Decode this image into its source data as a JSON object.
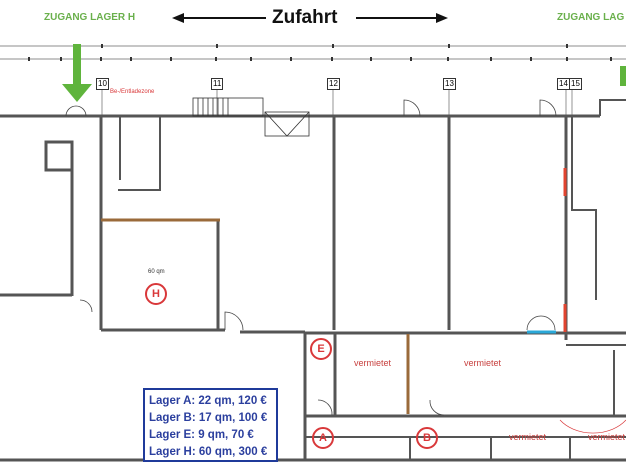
{
  "header": {
    "access_left": "ZUGANG LAGER H",
    "driveway": "Zufahrt",
    "access_right": "ZUGANG LAG"
  },
  "grid_axes": [
    "10",
    "11",
    "12",
    "13",
    "14",
    "15"
  ],
  "zones": {
    "loading": "Be-/Entladezone",
    "area_h": "60 qm"
  },
  "units": {
    "h": "H",
    "e": "E",
    "a": "A",
    "b": "B",
    "rented": "vermietet"
  },
  "legend": [
    "Lager A: 22 qm, 120 €",
    "Lager B: 17 qm, 100 €",
    "Lager E: 9 qm, 70 €",
    "Lager H: 60 qm, 300 €"
  ],
  "colors": {
    "green": "#6ab04c",
    "red": "#d9383a",
    "blue": "#1f3a9a",
    "wall": "#555555",
    "brown": "#9a6a3a",
    "cyan": "#2aa8d8"
  }
}
